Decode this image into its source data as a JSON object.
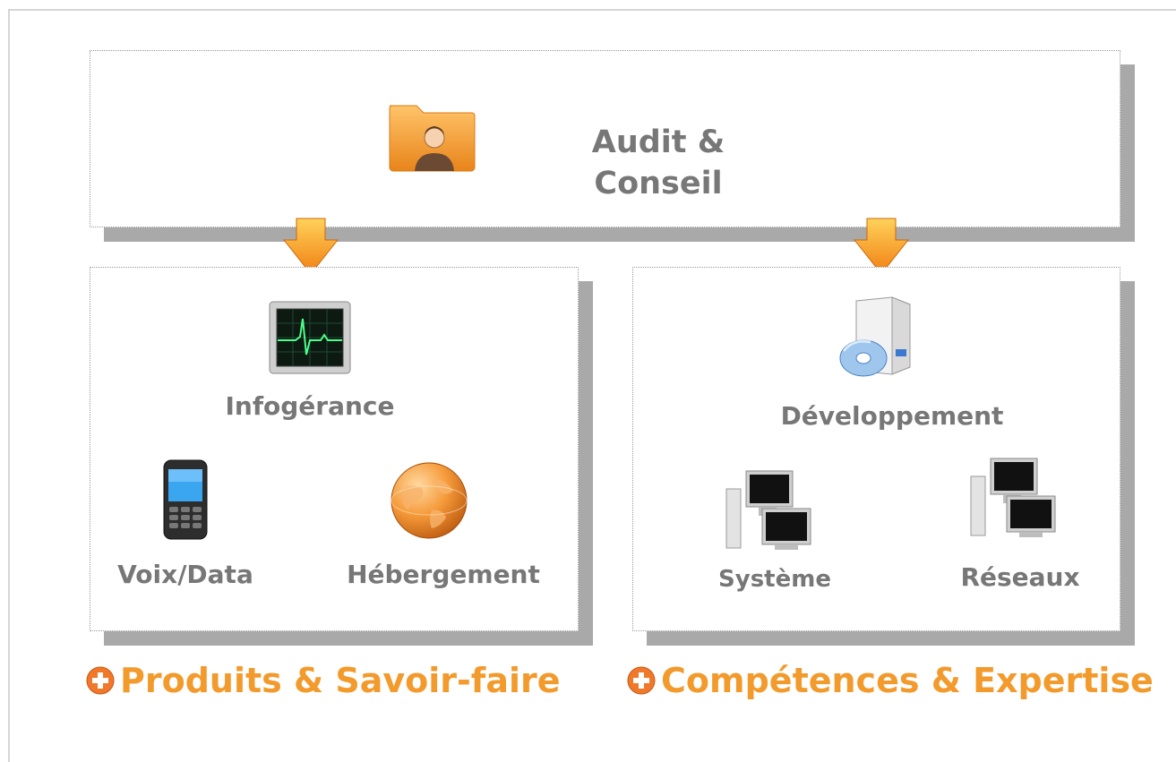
{
  "top": {
    "label": "Audit &\nConseil",
    "icon": "user-folder-icon"
  },
  "left_box": {
    "main": {
      "label": "Infogérance",
      "icon": "activity-monitor-icon"
    },
    "items": [
      {
        "label": "Voix/Data",
        "icon": "mobile-phone-icon"
      },
      {
        "label": "Hébergement",
        "icon": "web-globe-icon"
      }
    ]
  },
  "right_box": {
    "main": {
      "label": "Développement",
      "icon": "software-box-cd-icon"
    },
    "items": [
      {
        "label": "Système",
        "icon": "computers-network-icon"
      },
      {
        "label": "Réseaux",
        "icon": "computers-network-icon"
      }
    ]
  },
  "titles": {
    "left": "Produits & Savoir-faire",
    "right": "Compétences & Expertise"
  },
  "colors": {
    "accent": "#f39a2c",
    "label": "#777777",
    "shadow": "#a9a9a9"
  }
}
